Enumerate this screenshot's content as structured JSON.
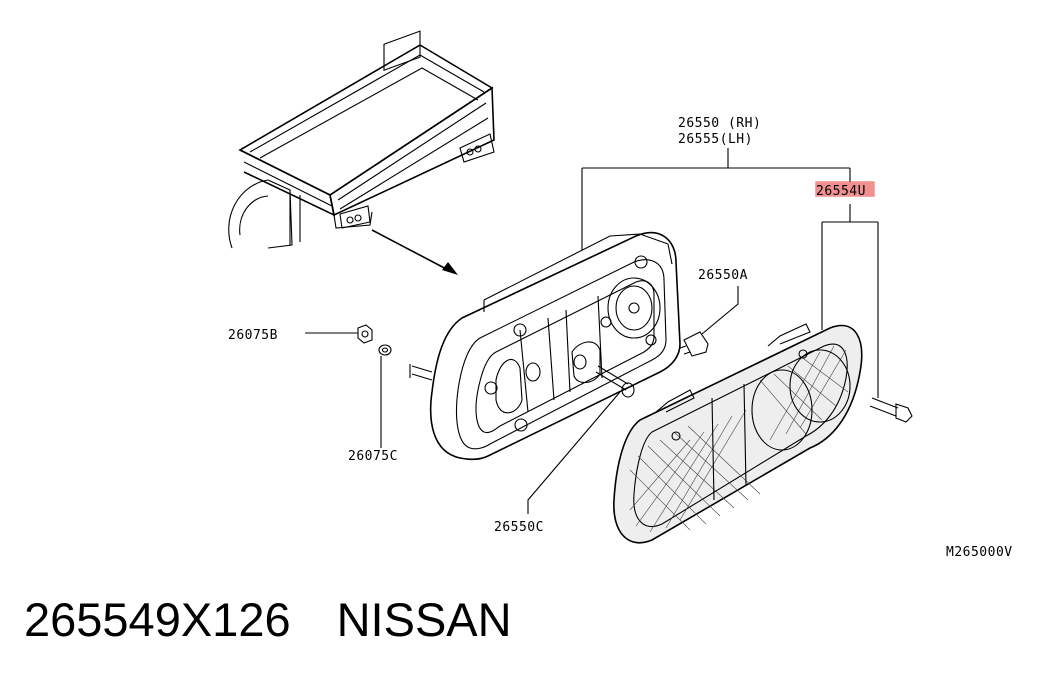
{
  "labels": {
    "lamp_rh": "26550 (RH)",
    "lamp_lh": "26555(LH)",
    "lens": "26554U",
    "socket": "26550A",
    "nut": "26075B",
    "washer": "26075C",
    "screw": "26550C",
    "drawing_code": "M265000V"
  },
  "highlight": {
    "part": "26554",
    "color": "#e53935"
  },
  "caption": {
    "part_number": "265549X126",
    "brand": "NISSAN"
  }
}
